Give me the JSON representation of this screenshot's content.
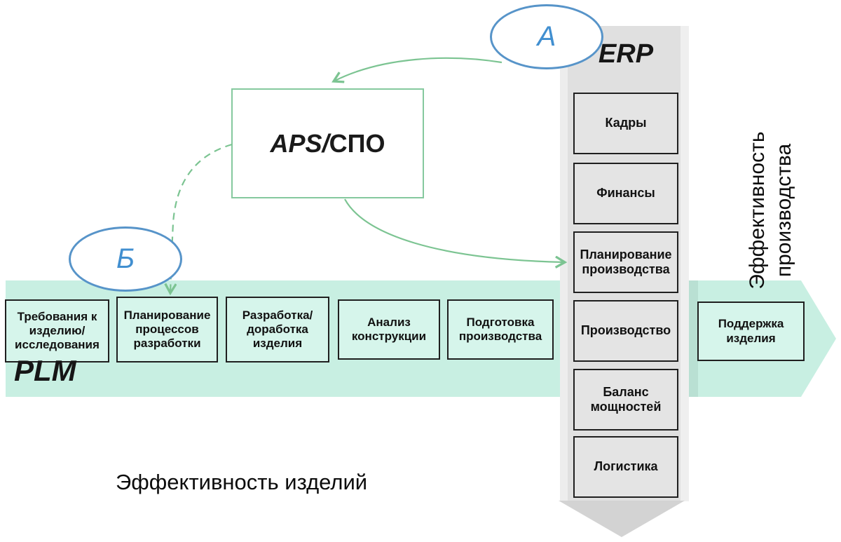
{
  "colors": {
    "plm_band": "#c8efe2",
    "plm_box_fill": "#d6f5eb",
    "erp_band": "#e0e0e0",
    "erp_box_fill": "#e4e4e4",
    "box_border": "#1f1f1f",
    "green_accent": "#7cc492",
    "blue_accent": "#5794c9",
    "text": "#111111"
  },
  "plm": {
    "label": "PLM",
    "boxes": [
      "Требования к\nизделию/\nисследования",
      "Планирование\nпроцессов\nразработки",
      "Разработка/\nдоработка\nизделия",
      "Анализ\nконструкции",
      "Подготовка\nпроизводства",
      "Поддержка\nизделия"
    ]
  },
  "erp": {
    "label": "ERP",
    "boxes": [
      "Кадры",
      "Финансы",
      "Планирование\nпроизводства",
      "Производство",
      "Баланс\nмощностей",
      "Логистика"
    ]
  },
  "aps": {
    "label_italic": "APS/",
    "label_plain": "СПО"
  },
  "callouts": {
    "a": "А",
    "b": "Б"
  },
  "captions": {
    "right_vertical": "Эффективность\nпроизводства",
    "bottom": "Эффективность изделий"
  }
}
